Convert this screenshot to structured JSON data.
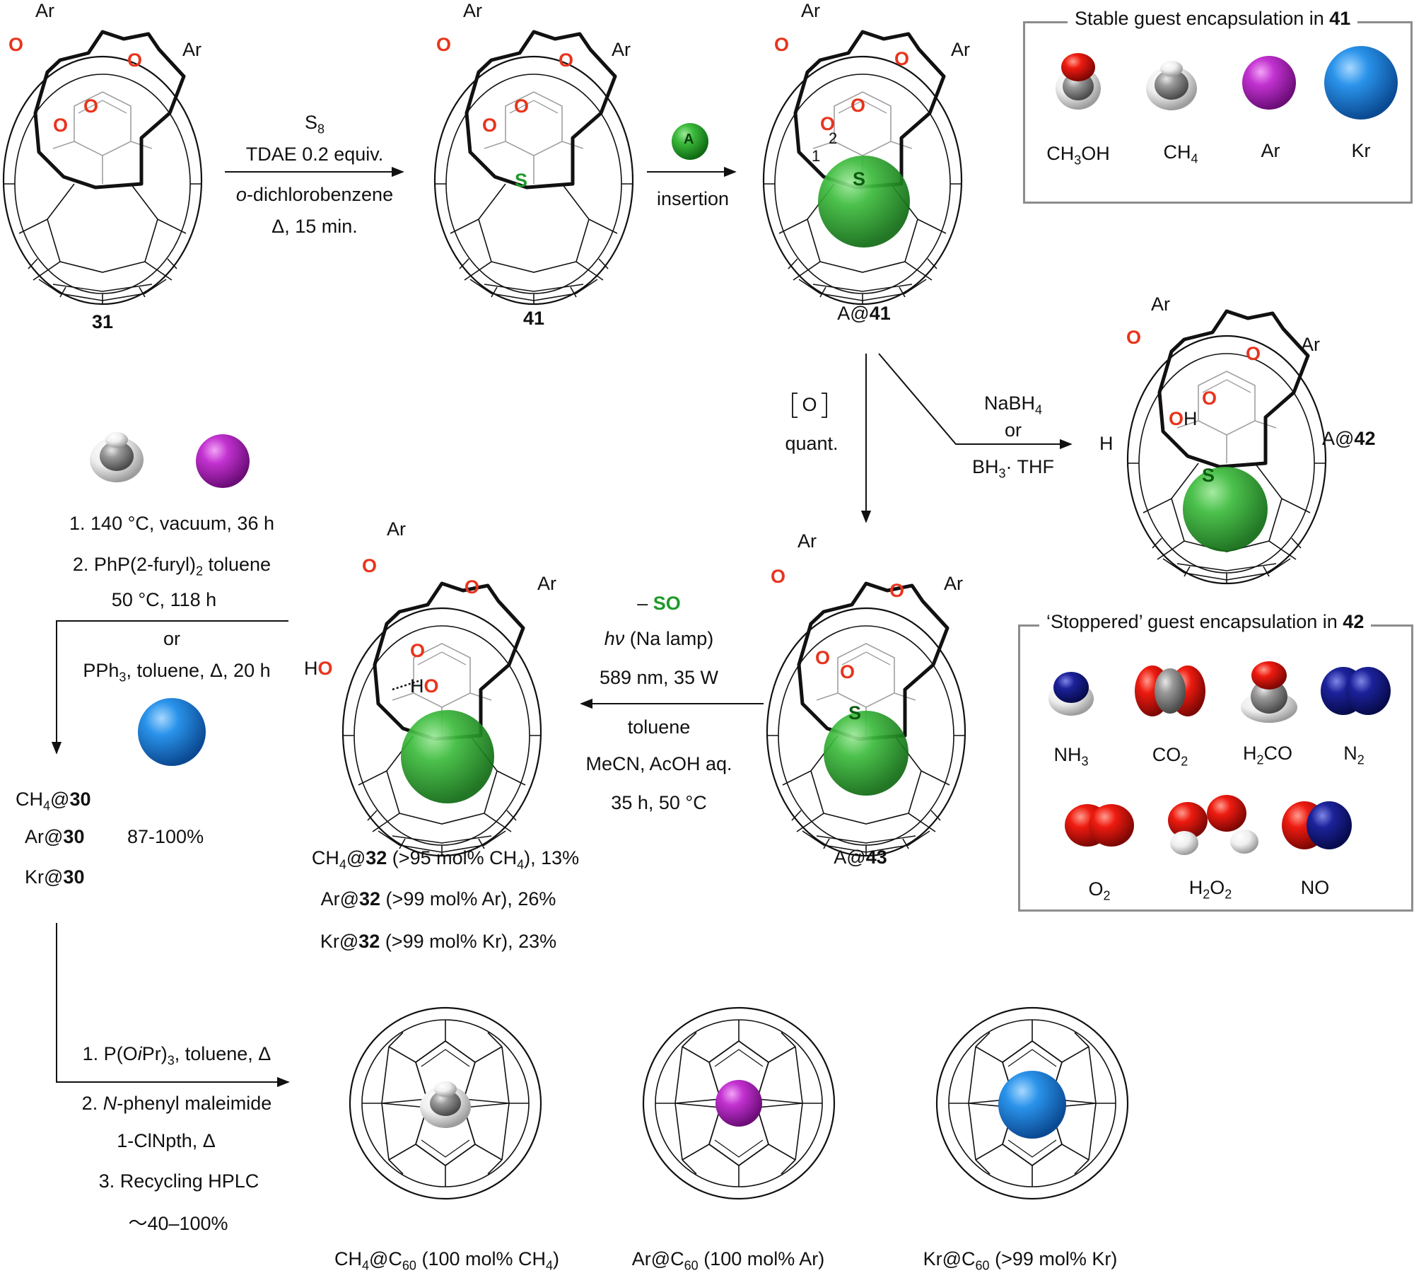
{
  "compounds": {
    "c31": "31",
    "c41": "41",
    "a41_prefix": "A@",
    "a41_num": "41",
    "a42_prefix": "A@",
    "a42_num": "42",
    "a43_prefix": "A@",
    "a43_num": "43"
  },
  "atoms": {
    "ar": "Ar",
    "o": "O",
    "s": "S",
    "h": "H",
    "oh": "OH",
    "ho": "HO",
    "a": "A",
    "n1": "1",
    "n2": "2"
  },
  "step1": {
    "s8": "S",
    "s8_sub": "8",
    "tdae": "TDAE 0.2 equiv.",
    "solvent_it": "o",
    "solvent_rest": "-dichlorobenzene",
    "cond": "Δ, 15 min."
  },
  "step2": {
    "label": "insertion"
  },
  "step3": {
    "reagent": "[O]",
    "yield": "quant."
  },
  "step4": {
    "r1_main": "NaBH",
    "r1_sub": "4",
    "or": "or",
    "r2_a": "BH",
    "r2_sub": "3",
    "r2_b": "· THF"
  },
  "step5": {
    "minus": "– ",
    "so": "SO",
    "hv_it": "hν",
    "lamp": " (Na lamp)",
    "nm": "589 nm, 35 W",
    "tol": "toluene",
    "mecn": "MeCN, AcOH aq.",
    "time": "35 h, 50 °C"
  },
  "step6": {
    "c1": "1. 140 °C, vacuum, 36 h",
    "c2_a": "2. PhP(2-furyl)",
    "c2_sub": "2",
    "c2_b": " toluene",
    "c3": "50 °C, 118 h",
    "or": "or",
    "c4_a": "PPh",
    "c4_sub": "3",
    "c4_b": ", toluene, Δ, 20 h"
  },
  "products30": {
    "ch4_a": "CH",
    "ch4_sub": "4",
    "ch4_b": "@",
    "num": "30",
    "ar_a": "Ar@",
    "kr_a": "Kr@",
    "yield": "87-100%"
  },
  "products32": {
    "l1_a": "CH",
    "l1_sub": "4",
    "l1_b": "@",
    "num": "32",
    "l1_c": " (>95 mol% CH",
    "l1_sub2": "4",
    "l1_d": "), 13%",
    "l2_a": "Ar@",
    "l2_c": " (>99 mol% Ar), 26%",
    "l3_a": "Kr@",
    "l3_c": " (>99 mol% Kr), 23%"
  },
  "step7": {
    "s1_a": "1. P(O",
    "s1_it": "i",
    "s1_b": "Pr)",
    "s1_sub": "3",
    "s1_c": ", toluene, Δ",
    "s2_a": "2. ",
    "s2_it": "N",
    "s2_b": "-phenyl maleimide",
    "s3": "1-ClNpth, Δ",
    "s4": "3. Recycling HPLC",
    "s5": "～40–100%"
  },
  "c60": {
    "p1_a": "CH",
    "p1_sub": "4",
    "p1_b": "@C",
    "p1_sub2": "60",
    "p1_c": " (100 mol% CH",
    "p1_sub3": "4",
    "p1_d": ")",
    "p2_a": "Ar@C",
    "p2_sub": "60",
    "p2_b": " (100 mol% Ar)",
    "p3_a": "Kr@C",
    "p3_sub": "60",
    "p3_b": " (>99 mol% Kr)"
  },
  "box1": {
    "title_a": "Stable guest encapsulation in ",
    "title_b": "41",
    "g1_a": "CH",
    "g1_sub": "3",
    "g1_b": "OH",
    "g2_a": "CH",
    "g2_sub": "4",
    "g3": "Ar",
    "g4": "Kr"
  },
  "box2": {
    "title_a": "‘Stoppered’ guest encapsulation in ",
    "title_b": "42",
    "g1_a": "NH",
    "g1_sub": "3",
    "g2_a": "CO",
    "g2_sub": "2",
    "g3_a": "H",
    "g3_sub": "2",
    "g3_b": "CO",
    "g4_a": "N",
    "g4_sub": "2",
    "g5_a": "O",
    "g5_sub": "2",
    "g6_a": "H",
    "g6_sub": "2",
    "g6_b": "O",
    "g6_sub2": "2",
    "g7": "NO"
  },
  "colors": {
    "oxygen": "#e8341c",
    "sulfur": "#1e9a2a",
    "guest_green": "#2aa02a",
    "argon": "#b020c0",
    "krypton": "#1d86e0",
    "nitrogen": "#1c2a9c",
    "carbon_gray": "#8a8a8a"
  }
}
